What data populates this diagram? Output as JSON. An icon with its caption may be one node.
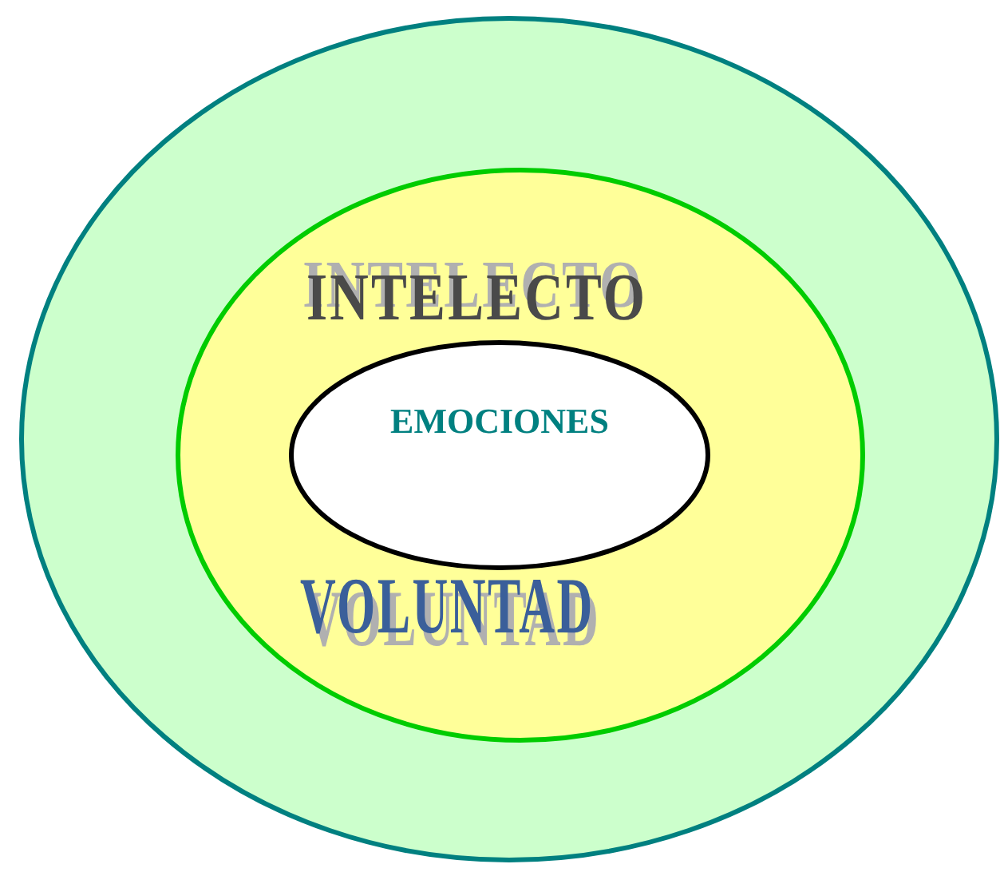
{
  "diagram": {
    "nodes": [
      {
        "text": [],
        "shape": "ellipse"
      },
      {
        "text": [
          "INTELECTO",
          "VOLUNTAD"
        ],
        "in": 0
      },
      {
        "text": [
          "EMOCIONES"
        ],
        "in": 1
      }
    ]
  }
}
